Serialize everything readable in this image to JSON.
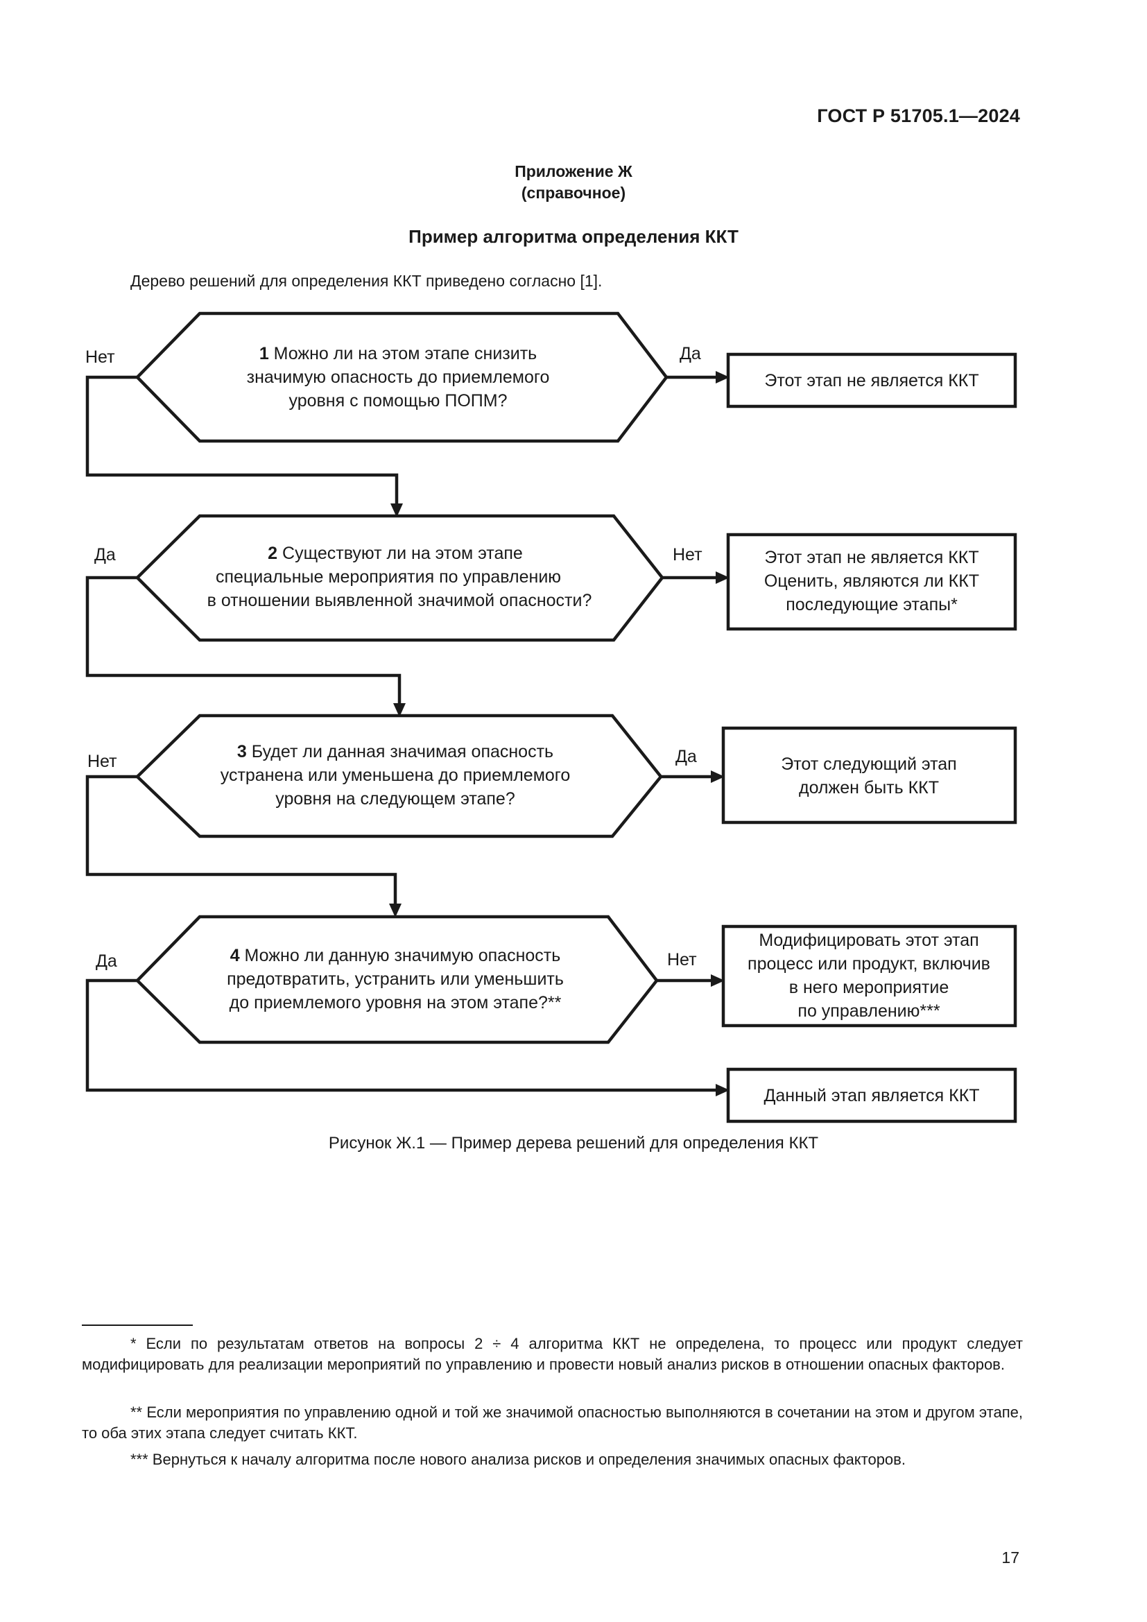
{
  "header": {
    "standard": "ГОСТ Р 51705.1—2024"
  },
  "appendix": {
    "label": "Приложение Ж",
    "kind": "(справочное)"
  },
  "title": "Пример алгоритма определения ККТ",
  "intro": "Дерево решений для определения ККТ приведено согласно [1].",
  "diagram": {
    "q1": {
      "num": "1",
      "line1": " Можно ли на этом этапе снизить",
      "line2": "значимую опасность до приемлемого",
      "line3": "уровня с помощью ПОПМ?",
      "left_label": "Нет",
      "right_label": "Да"
    },
    "q2": {
      "num": "2",
      "line1": " Существуют ли на этом этапе",
      "line2": "специальные мероприятия по управлению",
      "line3": "в отношении выявленной значимой опасности?",
      "left_label": "Да",
      "right_label": "Нет"
    },
    "q3": {
      "num": "3",
      "line1": " Будет ли данная значимая опасность",
      "line2": "устранена или уменьшена до приемлемого",
      "line3": "уровня на следующем этапе?",
      "left_label": "Нет",
      "right_label": "Да"
    },
    "q4": {
      "num": "4",
      "line1": " Можно ли данную значимую опасность",
      "line2": "предотвратить, устранить или уменьшить",
      "line3": "до приемлемого уровня на этом этапе?**",
      "left_label": "Да",
      "right_label": "Нет"
    },
    "r1": {
      "line1": "Этот этап не является ККТ"
    },
    "r2": {
      "line1": "Этот этап не является ККТ",
      "line2": "Оценить, являются ли ККТ",
      "line3": "последующие этапы*"
    },
    "r3": {
      "line1": "Этот следующий этап",
      "line2": "должен быть ККТ"
    },
    "r4": {
      "line1": "Модифицировать этот этап",
      "line2": "процесс или продукт, включив",
      "line3": "в него мероприятие",
      "line4": "по управлению***"
    },
    "r5": {
      "line1": "Данный этап является ККТ"
    }
  },
  "caption": "Рисунок Ж.1 — Пример дерева решений для определения ККТ",
  "footnotes": [
    "*  Если по результатам ответов на вопросы 2 ÷ 4 алгоритма ККТ не определена, то процесс или продукт следует модифицировать для реализации мероприятий по управлению и провести новый анализ рисков в отношении опасных факторов.",
    "**  Если мероприятия по управлению одной и той же значимой опасностью выполняются в сочетании на этом и другом этапе, то оба этих этапа следует считать ККТ.",
    "***  Вернуться к началу алгоритма после нового анализа рисков и определения значимых опасных факторов."
  ],
  "page_number": "17"
}
